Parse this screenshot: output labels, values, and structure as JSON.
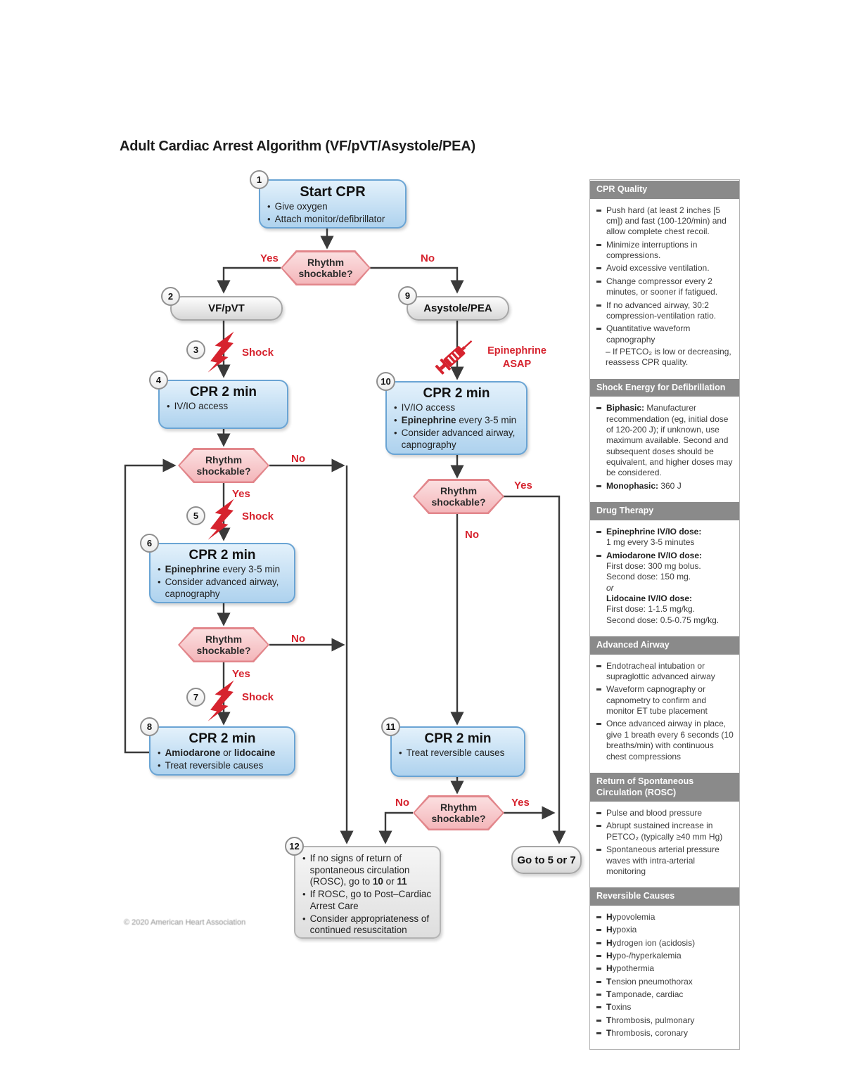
{
  "title": "Adult Cardiac Arrest Algorithm (VF/pVT/Asystole/PEA)",
  "footer": "© 2020 American Heart Association",
  "colors": {
    "accent_red": "#d6232e",
    "box_blue_fill": "#bcd9f0",
    "box_blue_border": "#6aa4d4",
    "decision_pink_fill": "#f6c3c7",
    "decision_pink_border": "#e2868b",
    "gray_stadium": "#dedede",
    "sidebar_header_bg": "#8a8a8a",
    "arrow": "#3a3a3a"
  },
  "decision": {
    "label": "Rhythm shockable?",
    "yes": "Yes",
    "no": "No"
  },
  "shocks": {
    "label": "Shock",
    "s3": "3",
    "s5": "5",
    "s7": "7"
  },
  "epi": {
    "line1": "Epinephrine",
    "line2": "ASAP"
  },
  "nodes": {
    "box1": {
      "num": "1",
      "title": "Start CPR",
      "bullets": [
        [
          {
            "t": "Give oxygen"
          }
        ],
        [
          {
            "t": "Attach monitor/defibrillator"
          }
        ]
      ]
    },
    "box2": {
      "num": "2",
      "label": "VF/pVT"
    },
    "box9": {
      "num": "9",
      "label": "Asystole/PEA"
    },
    "box4": {
      "num": "4",
      "title": "CPR 2 min",
      "bullets": [
        [
          {
            "t": "IV/IO access"
          }
        ]
      ]
    },
    "box6": {
      "num": "6",
      "title": "CPR 2 min",
      "bullets": [
        [
          {
            "t": "Epinephrine",
            "b": 1
          },
          {
            "t": " every 3-5 min"
          }
        ],
        [
          {
            "t": "Consider advanced airway, capnography"
          }
        ]
      ]
    },
    "box8": {
      "num": "8",
      "title": "CPR 2 min",
      "bullets": [
        [
          {
            "t": "Amiodarone",
            "b": 1
          },
          {
            "t": " or "
          },
          {
            "t": "lidocaine",
            "b": 1
          }
        ],
        [
          {
            "t": "Treat reversible causes"
          }
        ]
      ]
    },
    "box10": {
      "num": "10",
      "title": "CPR 2 min",
      "bullets": [
        [
          {
            "t": "IV/IO access"
          }
        ],
        [
          {
            "t": "Epinephrine",
            "b": 1
          },
          {
            "t": " every 3-5 min"
          }
        ],
        [
          {
            "t": "Consider advanced airway, capnography"
          }
        ]
      ]
    },
    "box11": {
      "num": "11",
      "title": "CPR 2 min",
      "bullets": [
        [
          {
            "t": "Treat reversible causes"
          }
        ]
      ]
    },
    "box12": {
      "num": "12",
      "bullets": [
        [
          {
            "t": "If no signs of return of spontaneous circulation (ROSC), go to "
          },
          {
            "t": "10",
            "b": 1
          },
          {
            "t": " or "
          },
          {
            "t": "11",
            "b": 1
          }
        ],
        [
          {
            "t": "If ROSC, go to Post–Cardiac Arrest Care"
          }
        ],
        [
          {
            "t": "Consider appropriateness of continued resuscitation"
          }
        ]
      ]
    },
    "goto": {
      "label": "Go to 5 or 7"
    }
  },
  "sidebar": {
    "sections": [
      {
        "title": "CPR Quality",
        "items": [
          {
            "seg": [
              {
                "t": "Push hard (at least 2 inches [5 cm]) and fast (100-120/min) and allow complete chest recoil."
              }
            ]
          },
          {
            "seg": [
              {
                "t": "Minimize interruptions in compressions."
              }
            ]
          },
          {
            "seg": [
              {
                "t": "Avoid excessive ventilation."
              }
            ]
          },
          {
            "seg": [
              {
                "t": "Change compressor every 2 minutes, or sooner if fatigued."
              }
            ]
          },
          {
            "seg": [
              {
                "t": "If no advanced airway, 30:2 compression-ventilation ratio."
              }
            ]
          },
          {
            "seg": [
              {
                "t": "Quantitative waveform capnography"
              }
            ]
          },
          {
            "sub": 1,
            "seg": [
              {
                "t": "– If PETCO₂ is low or decreasing, reassess CPR quality."
              }
            ]
          }
        ]
      },
      {
        "title": "Shock Energy for Defibrillation",
        "items": [
          {
            "seg": [
              {
                "t": "Biphasic:",
                "b": 1
              },
              {
                "t": " Manufacturer recommendation (eg, initial dose of 120-200 J); if unknown, use maximum available. Second and subsequent doses should be equivalent, and higher doses may be considered."
              }
            ]
          },
          {
            "seg": [
              {
                "t": "Monophasic:",
                "b": 1
              },
              {
                "t": " 360 J"
              }
            ]
          }
        ]
      },
      {
        "title": "Drug Therapy",
        "items": [
          {
            "seg": [
              {
                "t": "Epinephrine IV/IO dose:",
                "b": 1
              },
              {
                "t": "1 mg every 3-5 minutes",
                "br": 1
              }
            ]
          },
          {
            "seg": [
              {
                "t": "Amiodarone IV/IO dose:",
                "b": 1
              },
              {
                "t": "First dose: 300 mg bolus.",
                "br": 1
              },
              {
                "t": "Second dose: 150 mg.",
                "br": 1
              },
              {
                "t": "or",
                "br": 1,
                "i": 1
              },
              {
                "t": "Lidocaine IV/IO dose:",
                "br": 1,
                "b": 1
              },
              {
                "t": "First dose: 1-1.5 mg/kg.",
                "br": 1
              },
              {
                "t": "Second dose: 0.5-0.75 mg/kg.",
                "br": 1
              }
            ]
          }
        ]
      },
      {
        "title": "Advanced Airway",
        "items": [
          {
            "seg": [
              {
                "t": "Endotracheal intubation or supraglottic advanced airway"
              }
            ]
          },
          {
            "seg": [
              {
                "t": "Waveform capnography or capnometry to confirm and monitor ET tube placement"
              }
            ]
          },
          {
            "seg": [
              {
                "t": "Once advanced airway in place, give 1 breath every 6 seconds (10 breaths/min) with continuous chest compressions"
              }
            ]
          }
        ]
      },
      {
        "title": "Return of Spontaneous Circulation (ROSC)",
        "items": [
          {
            "seg": [
              {
                "t": "Pulse and blood pressure"
              }
            ]
          },
          {
            "seg": [
              {
                "t": "Abrupt sustained increase in PETCO₂ (typically ≥40 mm Hg)"
              }
            ]
          },
          {
            "seg": [
              {
                "t": "Spontaneous arterial pressure waves with intra-arterial monitoring"
              }
            ]
          }
        ]
      },
      {
        "title": "Reversible Causes",
        "items": [
          {
            "seg": [
              {
                "t": "H",
                "b": 1
              },
              {
                "t": "ypovolemia"
              }
            ]
          },
          {
            "seg": [
              {
                "t": "H",
                "b": 1
              },
              {
                "t": "ypoxia"
              }
            ]
          },
          {
            "seg": [
              {
                "t": "H",
                "b": 1
              },
              {
                "t": "ydrogen ion (acidosis)"
              }
            ]
          },
          {
            "seg": [
              {
                "t": "H",
                "b": 1
              },
              {
                "t": "ypo-/hyperkalemia"
              }
            ]
          },
          {
            "seg": [
              {
                "t": "H",
                "b": 1
              },
              {
                "t": "ypothermia"
              }
            ]
          },
          {
            "seg": [
              {
                "t": "T",
                "b": 1
              },
              {
                "t": "ension pneumothorax"
              }
            ]
          },
          {
            "seg": [
              {
                "t": "T",
                "b": 1
              },
              {
                "t": "amponade, cardiac"
              }
            ]
          },
          {
            "seg": [
              {
                "t": "T",
                "b": 1
              },
              {
                "t": "oxins"
              }
            ]
          },
          {
            "seg": [
              {
                "t": "T",
                "b": 1
              },
              {
                "t": "hrombosis, pulmonary"
              }
            ]
          },
          {
            "seg": [
              {
                "t": "T",
                "b": 1
              },
              {
                "t": "hrombosis, coronary"
              }
            ]
          }
        ]
      }
    ]
  }
}
